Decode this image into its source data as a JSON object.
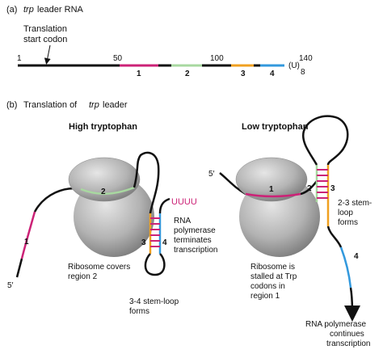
{
  "panel_a": {
    "label": "(a)",
    "title_italic": "trp",
    "title_rest": " leader RNA",
    "codon_line1": "Translation",
    "codon_line2": "start codon",
    "tick_1": "1",
    "tick_50": "50",
    "tick_100": "100",
    "tick_140": "140",
    "poly_u": "(U)",
    "poly_u_sub": "8",
    "region_1": "1",
    "region_2": "2",
    "region_3": "3",
    "region_4": "4"
  },
  "panel_b": {
    "label": "(b)",
    "title_pre": "Translation of ",
    "title_italic": "trp",
    "title_post": " leader",
    "high": {
      "heading": "High tryptophan",
      "poly_u": "UUUU",
      "region_1": "1",
      "region_2": "2",
      "region_3": "3",
      "region_4": "4",
      "five_prime": "5′",
      "terminate": [
        "RNA",
        "polymerase",
        "terminates",
        "transcription"
      ],
      "ribosome_note": [
        "Ribosome covers",
        "region 2"
      ],
      "stem_note": [
        "3-4 stem-loop",
        "forms"
      ]
    },
    "low": {
      "heading": "Low tryptophan",
      "five_prime": "5′",
      "region_1": "1",
      "region_2": "2",
      "region_3": "3",
      "region_4": "4",
      "stem_note": [
        "2-3 stem-",
        "loop",
        "forms"
      ],
      "ribosome_note": [
        "Ribosome is",
        "stalled at Trp",
        "codons in",
        "region 1"
      ],
      "continue_note": [
        "RNA polymerase",
        "continues",
        "transcription"
      ]
    }
  },
  "colors": {
    "region_1": "#cc2277",
    "region_2": "#a8d8a0",
    "region_3": "#f0a020",
    "region_4": "#3399dd",
    "strand": "#111111",
    "ribosome": "#b8b8b8",
    "pairing": "#cc2277",
    "poly_u_text": "#cc2277"
  }
}
